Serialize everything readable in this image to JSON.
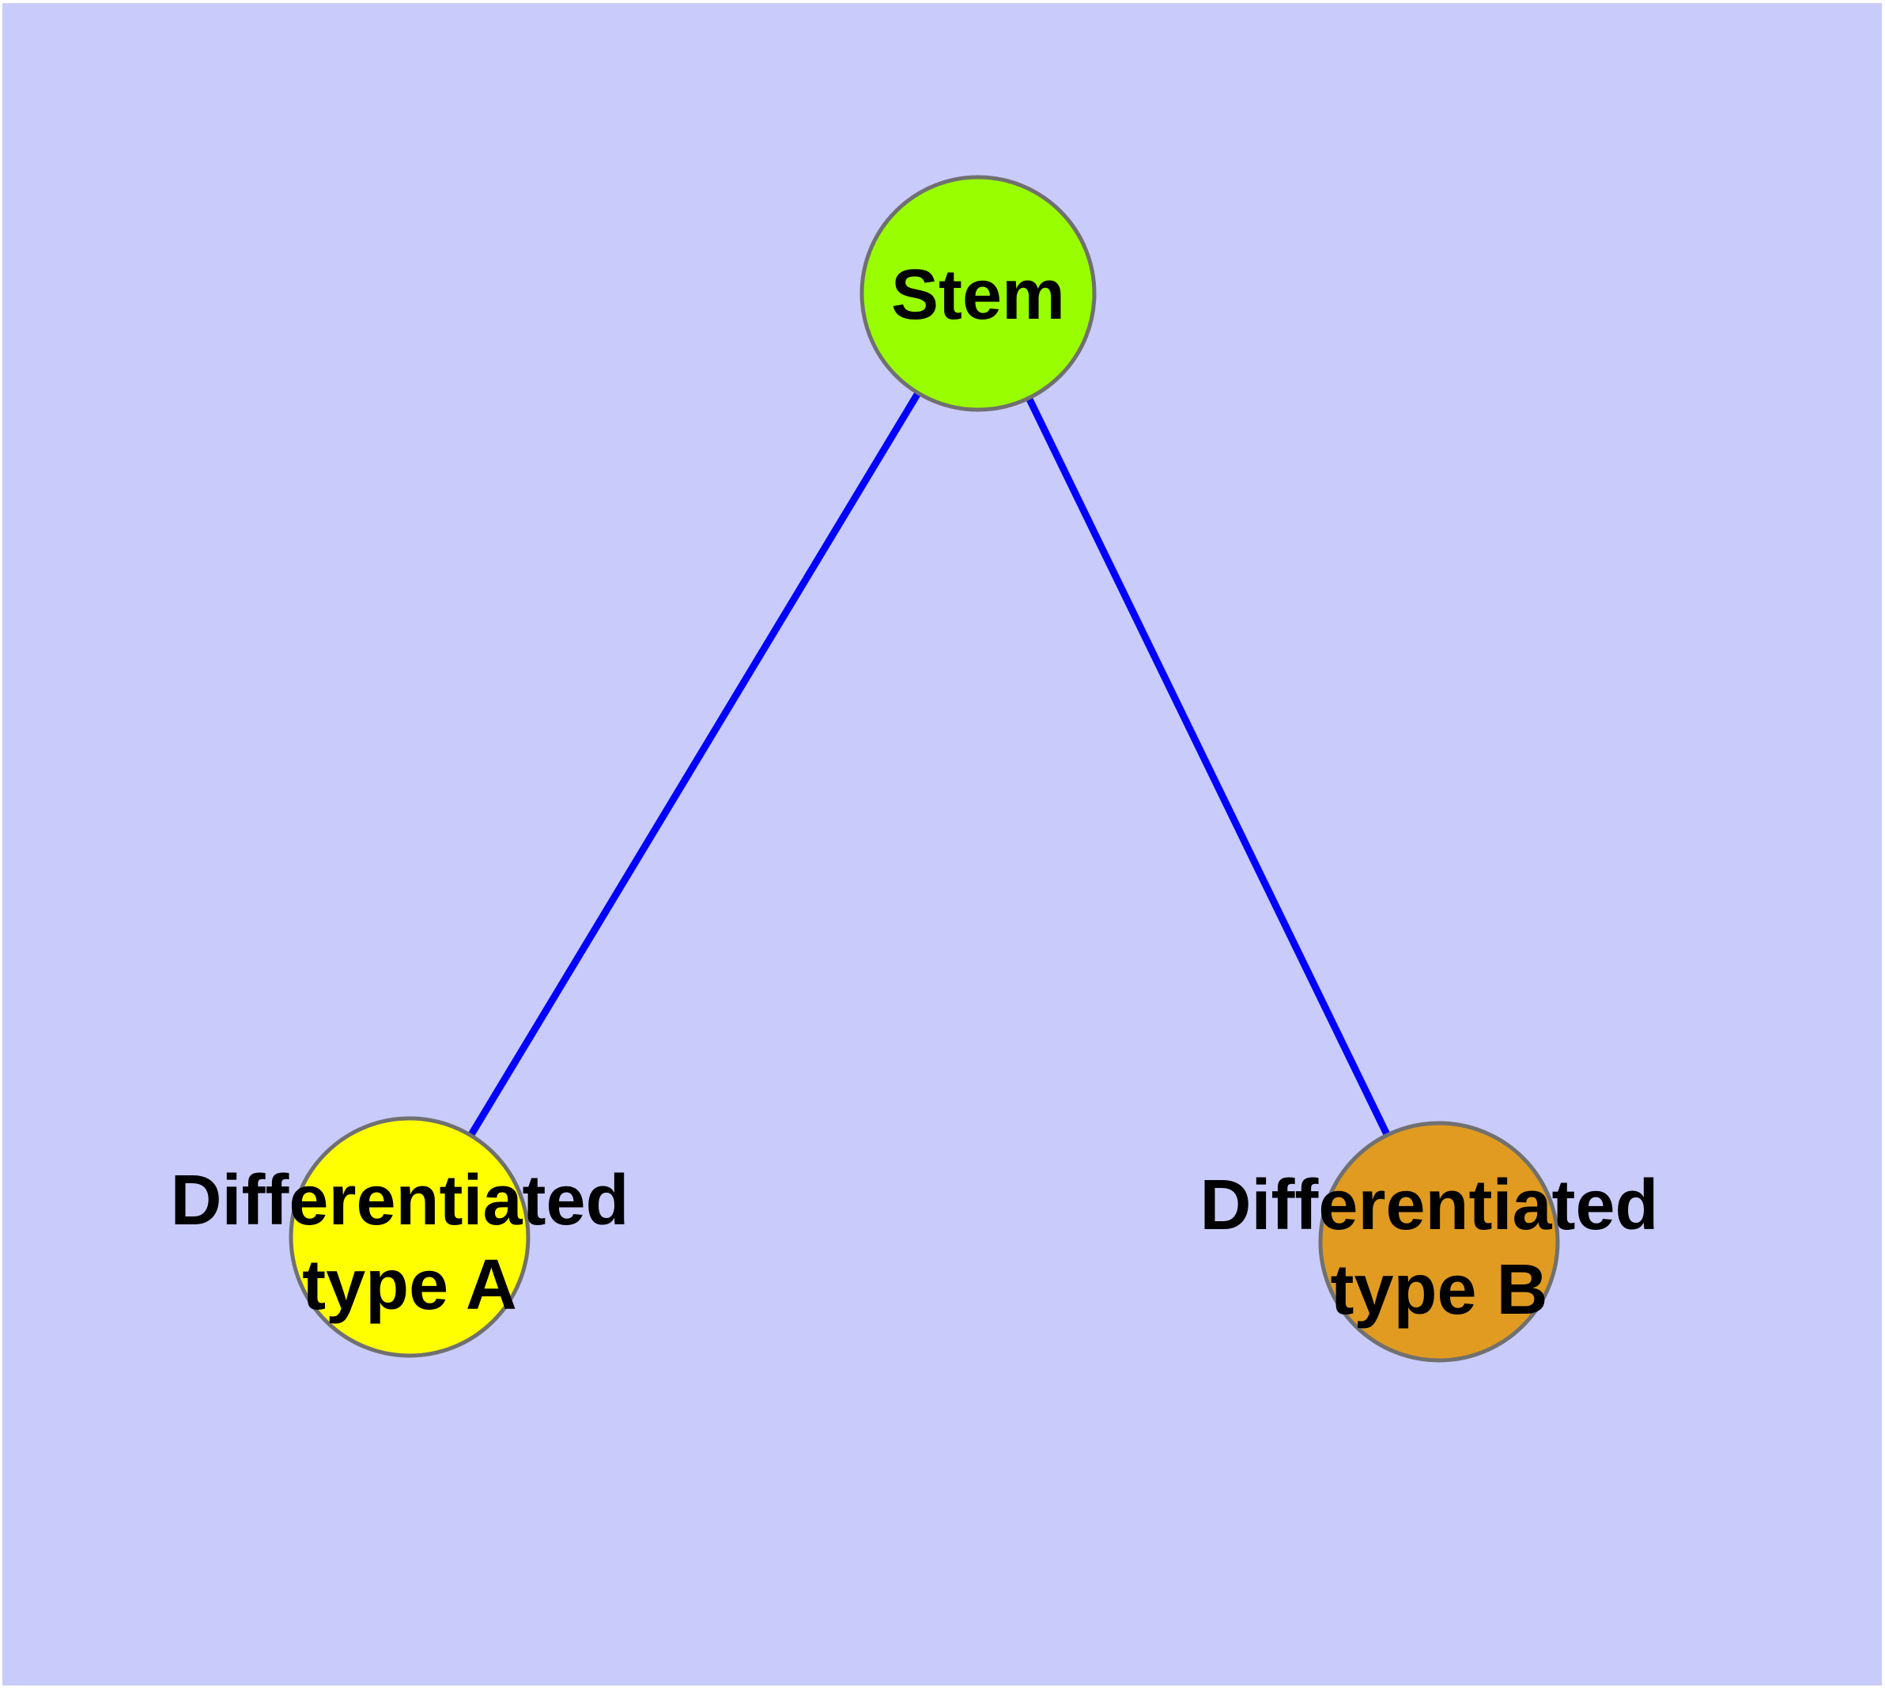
{
  "canvas": {
    "background_color": "#C9CBFA",
    "margin_color": "#FFFFFF"
  },
  "diagram": {
    "type": "node-link-graph",
    "description": "Cell lineage tree: a Stem node connected to two differentiated cell type nodes",
    "edge_color": "#0000FF",
    "node_border_color": "#707070",
    "text_color": "#000000",
    "nodes": [
      {
        "id": "stem",
        "label": "Stem",
        "label_line1": "Stem",
        "label_line2": "",
        "fill": "#99FF00"
      },
      {
        "id": "differentiated-type-a",
        "label": "Differentiated type A",
        "label_line1": "Differentiated",
        "label_line2": "type A",
        "fill": "#FFFF00"
      },
      {
        "id": "differentiated-type-b",
        "label": "Differentiated type B",
        "label_line1": "Differentiated",
        "label_line2": "type B",
        "fill": "#E09B20"
      }
    ],
    "edges": [
      {
        "from": "Stem",
        "to": "Differentiated type A"
      },
      {
        "from": "Stem",
        "to": "Differentiated type B"
      }
    ]
  }
}
